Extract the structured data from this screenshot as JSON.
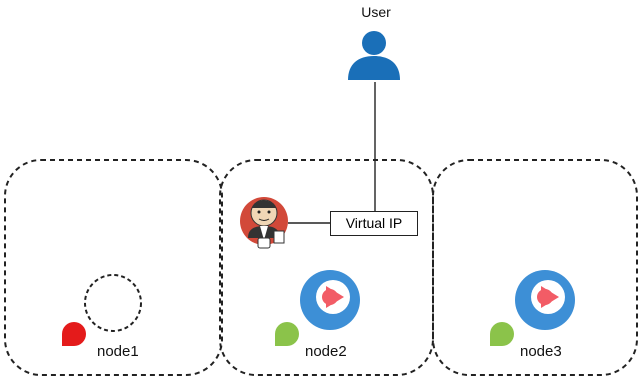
{
  "user": {
    "label": "User",
    "icon": "user-icon",
    "color": "#1a6fb8"
  },
  "virtual_ip": {
    "label": "Virtual IP"
  },
  "nodes": [
    {
      "label": "node1",
      "status_color": "#e41b1b",
      "has_service": false
    },
    {
      "label": "node2",
      "status_color": "#8bc34a",
      "has_service": true,
      "has_jenkins": true
    },
    {
      "label": "node3",
      "status_color": "#8bc34a",
      "has_service": true
    }
  ],
  "service_icon": {
    "icon": "service-logo-icon",
    "ring_color": "#3d8fd6",
    "inner_color": "#f25c66"
  },
  "jenkins_icon": {
    "icon": "jenkins-butler-icon"
  }
}
